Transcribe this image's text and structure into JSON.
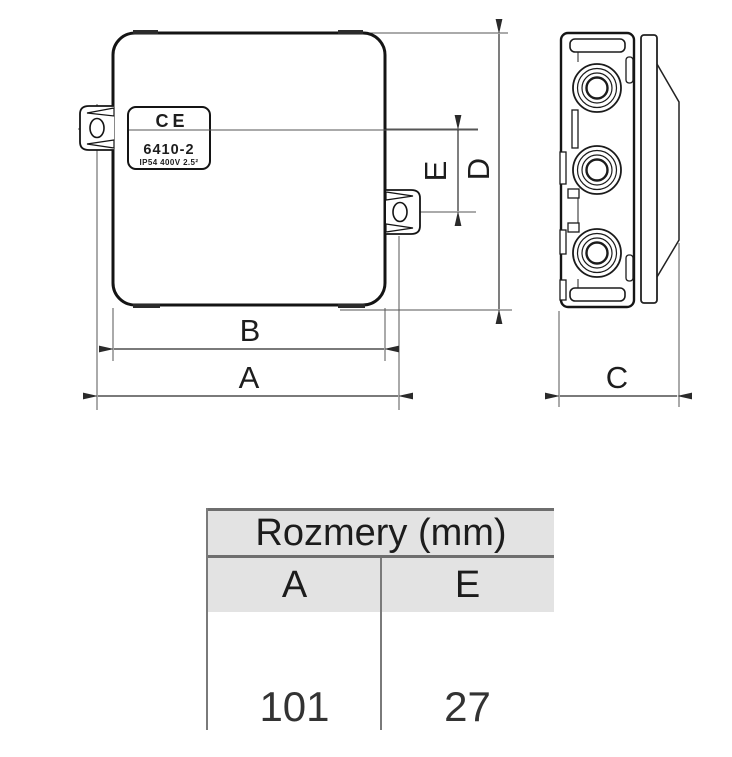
{
  "product_label": {
    "ce_mark": "CE",
    "model": "6410-2",
    "specs": "IP54 400V 2.5²"
  },
  "dimension_labels": {
    "a": "A",
    "b": "B",
    "c": "C",
    "d": "D",
    "e": "E"
  },
  "table": {
    "title": "Rozmery (mm)",
    "columns": [
      "A",
      "E"
    ],
    "values": [
      "101",
      "27"
    ]
  },
  "colors": {
    "outline": "#141414",
    "helper_line": "#565656",
    "dimension_line": "#2a2a2a",
    "table_border": "#6e6e6e",
    "table_header_bg": "#e3e3e3",
    "background": "#ffffff"
  }
}
